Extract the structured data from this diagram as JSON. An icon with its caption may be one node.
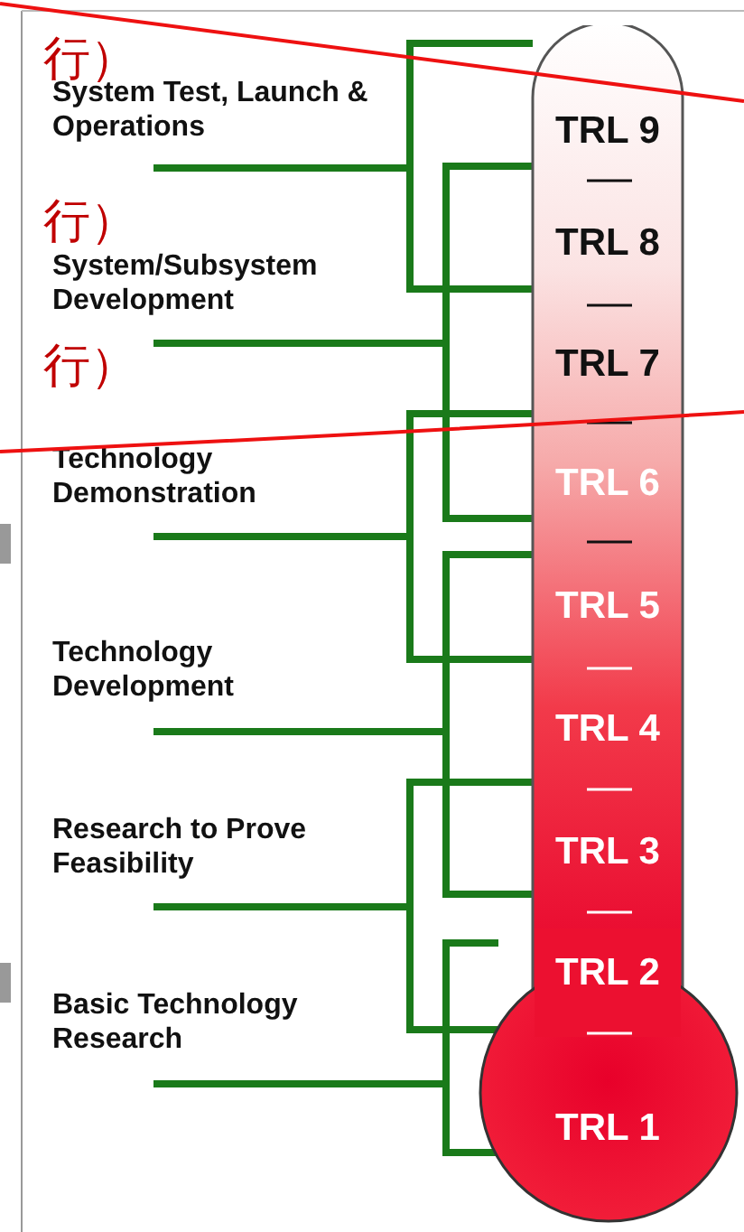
{
  "diagram": {
    "nodes": [
      {
        "text": [
          "System Test, Launch & Operations"
        ]
      },
      {
        "text": [
          "System/Subsystem Development"
        ]
      },
      {
        "text": [
          "Technology Demonstration"
        ]
      },
      {
        "text": [
          "Technology Development"
        ]
      },
      {
        "text": [
          "Research to Prove Feasibility"
        ]
      },
      {
        "text": [
          "Basic Technology Research"
        ]
      },
      {
        "text": [],
        "shape": "thermometer"
      },
      {
        "text": [
          "TRL 9"
        ],
        "in": 6
      },
      {
        "text": [
          "TRL 8"
        ],
        "in": 6
      },
      {
        "text": [
          "TRL 7"
        ],
        "in": 6
      },
      {
        "text": [
          "TRL 6"
        ],
        "in": 6
      },
      {
        "text": [
          "TRL 5"
        ],
        "in": 6
      },
      {
        "text": [
          "TRL 4"
        ],
        "in": 6
      },
      {
        "text": [
          "TRL 3"
        ],
        "in": 6
      },
      {
        "text": [
          "TRL 2"
        ],
        "in": 6
      },
      {
        "text": [
          "TRL 1"
        ],
        "in": 6
      }
    ],
    "edges": [
      {
        "from": 0,
        "to": 7,
        "arrow": "none"
      },
      {
        "from": 0,
        "to": 8,
        "arrow": "none"
      },
      {
        "from": 1,
        "to": 7,
        "arrow": "none"
      },
      {
        "from": 1,
        "to": 10,
        "arrow": "none"
      },
      {
        "from": 2,
        "to": 9,
        "arrow": "none"
      },
      {
        "from": 2,
        "to": 11,
        "arrow": "none"
      },
      {
        "from": 3,
        "to": 11,
        "arrow": "none"
      },
      {
        "from": 3,
        "to": 13,
        "arrow": "none"
      },
      {
        "from": 4,
        "to": 12,
        "arrow": "none"
      },
      {
        "from": 4,
        "to": 14,
        "arrow": "none"
      },
      {
        "from": 5,
        "to": 14,
        "arrow": "none"
      },
      {
        "from": 5,
        "to": 15,
        "arrow": "none"
      }
    ],
    "labels": [
      "行）",
      "行）",
      "行）"
    ]
  }
}
